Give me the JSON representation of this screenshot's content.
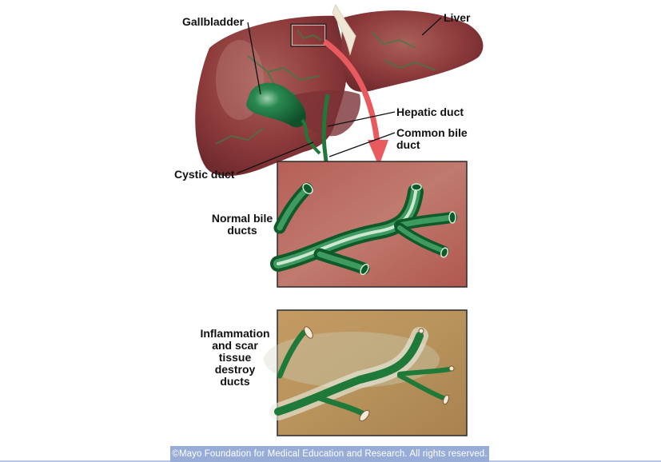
{
  "figure": {
    "title": "Liver and bile ducts illustration",
    "labels": {
      "gallbladder": "Gallbladder",
      "liver": "Liver",
      "hepatic_duct": "Hepatic duct",
      "common_bile_duct_line1": "Common bile",
      "common_bile_duct_line2": "duct",
      "cystic_duct": "Cystic duct",
      "normal_line1": "Normal bile",
      "normal_line2": "ducts",
      "inflamed_line1": "Inflammation",
      "inflamed_line2": "and scar",
      "inflamed_line3": "tissue",
      "inflamed_line4": "destroy",
      "inflamed_line5": "ducts"
    },
    "panels": [
      {
        "name": "normal-bile-ducts",
        "description": "Healthy green branching bile ducts in red liver tissue"
      },
      {
        "name": "inflamed-bile-ducts",
        "description": "Scarred, narrowed green ducts in tan fibrotic tissue"
      }
    ],
    "colors": {
      "liver": "#8e3b3c",
      "liver_highlight": "#b46a66",
      "duct_green": "#1f7a3a",
      "gallbladder": "#1d6e3f",
      "arrow": "#e85a5e",
      "normal_tissue": "#b8625a",
      "scar_tissue": "#b8935c",
      "footer_bg": "#98acd8"
    }
  },
  "footer": {
    "copyright": "©Mayo Foundation for Medical Education and Research.  All rights reserved."
  }
}
